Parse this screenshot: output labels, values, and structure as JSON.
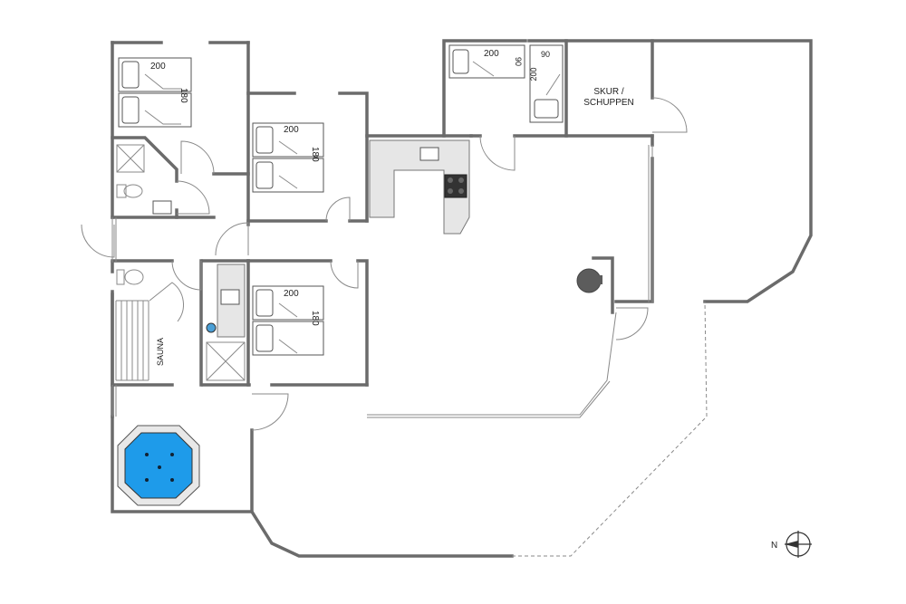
{
  "rooms": {
    "bed_nw_len": "200",
    "bed_nw_wid": "180",
    "bed_mid_len": "200",
    "bed_mid_wid": "180",
    "bed_low_len": "200",
    "bed_low_wid": "180",
    "bed_ne_a_len": "200",
    "bed_ne_a_wid": "90",
    "bed_ne_b_len": "200",
    "bed_ne_b_wid": "90",
    "shed_line1": "SKUR /",
    "shed_line2": "SCHUPPEN",
    "sauna": "SAUNA"
  },
  "compass": {
    "north_label": "N"
  },
  "colors": {
    "pool": "#1e9bea",
    "wall": "#6b6b6b",
    "counter": "#e6e6e6"
  }
}
